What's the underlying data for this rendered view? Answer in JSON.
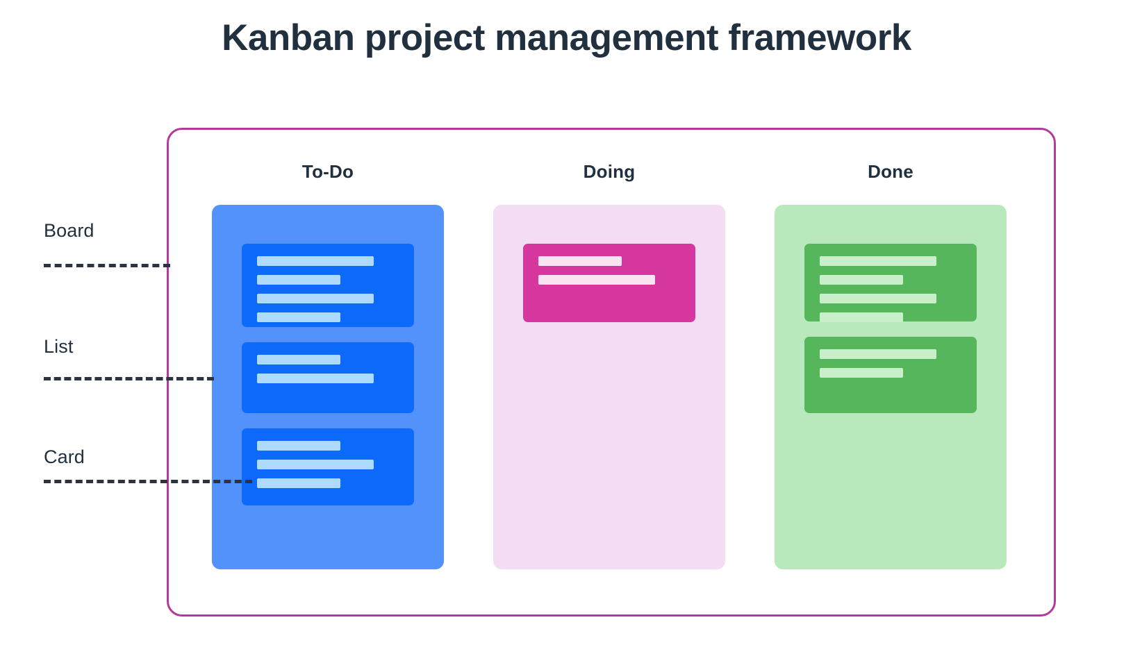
{
  "page": {
    "title": "Kanban project management framework",
    "background": "#ffffff",
    "title_color": "#21303f"
  },
  "frame": {
    "border_color": "#b5399b"
  },
  "annotations": [
    {
      "label": "Board",
      "line": "dashed-leader-line"
    },
    {
      "label": "List",
      "line": "dashed-leader-line"
    },
    {
      "label": "Card",
      "line": "dashed-leader-line"
    }
  ],
  "columns": [
    {
      "header": "To-Do",
      "background": "#5392fa",
      "card_color": "#0d6afb",
      "line_color": "#addafd",
      "cards": [
        {
          "lines": [
            "long",
            "medium",
            "long",
            "medium"
          ]
        },
        {
          "lines": [
            "medium",
            "long"
          ]
        },
        {
          "lines": [
            "medium",
            "long",
            "medium"
          ]
        }
      ]
    },
    {
      "header": "Doing",
      "background": "#f5dcf5",
      "card_color": "#d6379f",
      "line_color": "#fae4f2",
      "cards": [
        {
          "lines": [
            "medium",
            "long"
          ]
        }
      ]
    },
    {
      "header": "Done",
      "background": "#b8e8bc",
      "card_color": "#56b65b",
      "line_color": "#c8eeca",
      "cards": [
        {
          "lines": [
            "long",
            "medium",
            "long",
            "medium"
          ]
        },
        {
          "lines": [
            "long",
            "medium"
          ]
        }
      ]
    }
  ],
  "line_widths": {
    "long": 168,
    "medium": 120
  }
}
